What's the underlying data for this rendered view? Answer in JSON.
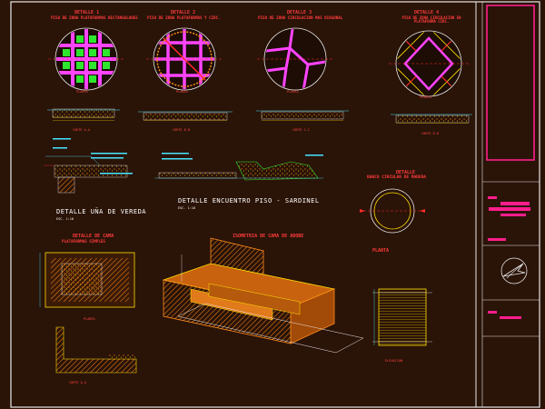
{
  "details": {
    "d1": {
      "title": "DETALLE 1",
      "subtitle": "PISO DE ZONA PLATAFORMAS RECTANGULARES",
      "plan": "PLANTA",
      "cut": "CORTE A-A"
    },
    "d2": {
      "title": "DETALLE 2",
      "subtitle": "PISO DE ZONA PLATAFORMAS Y CIRC.",
      "plan": "PLANTA",
      "cut": "CORTE B-B"
    },
    "d3": {
      "title": "DETALLE 3",
      "subtitle": "PISO DE ZONA CIRCULACION MAS DIAGONAL",
      "plan": "PLANTA",
      "cut": "CORTE C-C"
    },
    "d4": {
      "title": "DETALLE 4",
      "subtitle": "PISO DE ZONA CIRCULACION EN PLATAFORMA CIRC.",
      "plan": "PLANTA",
      "cut": "CORTE D-D"
    }
  },
  "vereda": {
    "title": "DETALLE UÑA DE VEREDA",
    "scale": "ESC. 1:10"
  },
  "encuentro": {
    "title": "DETALLE ENCUENTRO PISO - SARDINEL",
    "scale": "ESC. 1:10"
  },
  "banco": {
    "title": "DETALLE",
    "subtitle": "BANCO CIRCULAR DE MADERA",
    "plan": "PLANTA",
    "elev": "ELEVACION"
  },
  "cama": {
    "title": "DETALLE DE CAMA",
    "subtitle": "PLATAFORMAS SIMPLES",
    "plan": "PLANTA",
    "cut": "CORTE A-A"
  },
  "isometric": {
    "title": "ISOMETRIA DE CAMA DE ADOBE"
  },
  "colors": {
    "bg": "#2a1307",
    "frame": "#e8e8e8",
    "accent": "#ff1e8c",
    "red": "#ff2a2a",
    "yellow": "#ffe000",
    "orange": "#ff8c1a",
    "cyan": "#46e6ff",
    "green": "#2ee62e"
  }
}
